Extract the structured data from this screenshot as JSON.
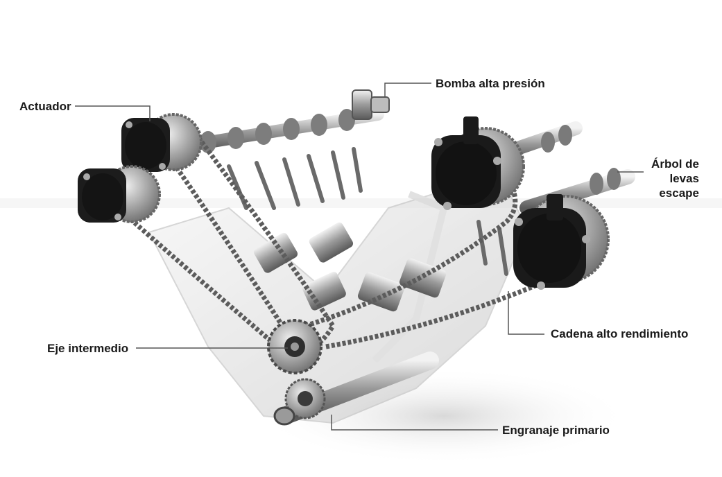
{
  "diagram": {
    "labels": {
      "actuador": "Actuador",
      "bomba": "Bomba alta presión",
      "arbol_line1": "Árbol de",
      "arbol_line2": "levas",
      "arbol_line3": "escape",
      "cadena": "Cadena alto rendimiento",
      "eje": "Eje intermedio",
      "engranaje": "Engranaje primario"
    },
    "colors": {
      "leader": "#555555",
      "metal_dark": "#1c1c1c",
      "metal_mid": "#8a8a8a",
      "metal_light": "#d6d6d6",
      "background": "#ffffff"
    }
  }
}
